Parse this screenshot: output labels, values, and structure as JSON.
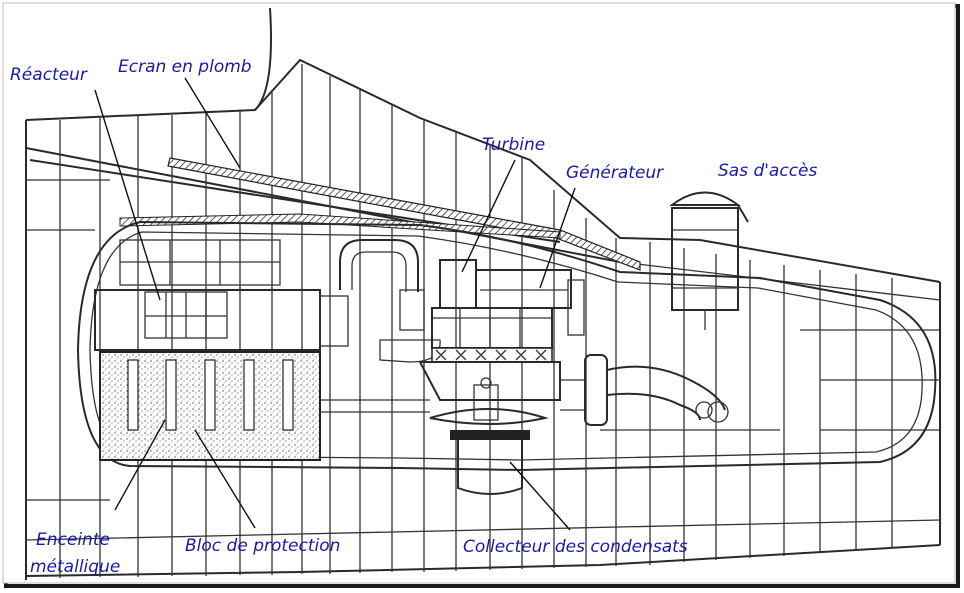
{
  "diagram": {
    "labels": {
      "reactor": "Réacteur",
      "lead_screen": "Ecran en plomb",
      "turbine": "Turbine",
      "generator": "Générateur",
      "access_lock": "Sas d'accès",
      "metal_enclosure_line1": "Enceinte",
      "metal_enclosure_line2": "métallique",
      "protection_block": "Bloc de protection",
      "condensate_collector": "Collecteur des condensats"
    },
    "colors": {
      "label_text": "#1a1aa8",
      "line_art": "#2a2a2a",
      "frame_shadow": "#000000",
      "background": "#ffffff"
    }
  }
}
